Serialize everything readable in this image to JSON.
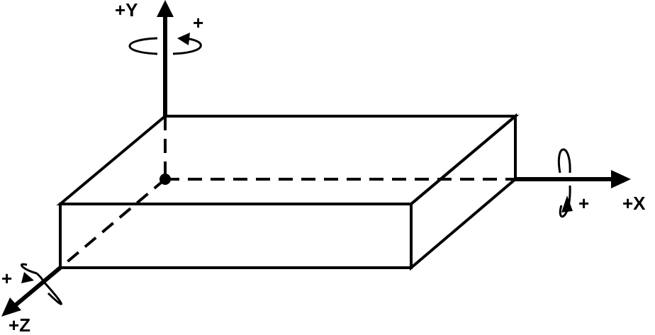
{
  "labels": {
    "y_axis": "+Y",
    "x_axis": "+X",
    "z_axis": "+Z",
    "y_rotation": "+",
    "x_rotation": "+",
    "z_rotation": "+"
  },
  "colors": {
    "stroke": "#000000",
    "background": "#ffffff"
  }
}
